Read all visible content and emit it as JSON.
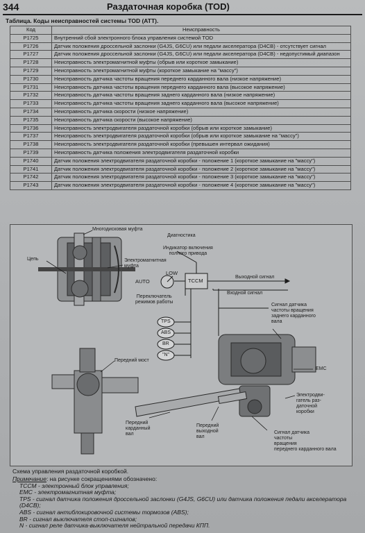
{
  "header": {
    "page_number": "344",
    "title": "Раздаточная коробка (TOD)"
  },
  "table": {
    "caption": "Таблица. Коды неисправностей системы TOD (ATT).",
    "columns": [
      "Код",
      "Неисправность"
    ],
    "rows": [
      [
        "P1725",
        "Внутренний сбой электронного блока управления системой TOD"
      ],
      [
        "P1726",
        "Датчик положения дроссельной заслонки (G4JS, G6CU) или педали акселератора (D4CB) - отсутствует сигнал"
      ],
      [
        "P1727",
        "Датчик положения дроссельной заслонки (G4JS, G6CU) или педали акселератора (D4CB) - недопустимый диапазон"
      ],
      [
        "P1728",
        "Неисправность электромагнитной муфты (обрыв или короткое замыкание)"
      ],
      [
        "P1729",
        "Неисправность электромагнитной муфты (короткое замыкание на \"массу\")"
      ],
      [
        "P1730",
        "Неисправность датчика частоты вращения переднего карданного вала (низкое напряжение)"
      ],
      [
        "P1731",
        "Неисправность датчика частоты вращения переднего карданного вала (высокое напряжение)"
      ],
      [
        "P1732",
        "Неисправность датчика частоты вращения заднего карданного вала (низкое напряжение)"
      ],
      [
        "P1733",
        "Неисправность датчика частоты вращения заднего карданного вала (высокое напряжение)"
      ],
      [
        "P1734",
        "Неисправность датчика скорости (низкое напряжение)"
      ],
      [
        "P1735",
        "Неисправность датчика скорости (высокое напряжение)"
      ],
      [
        "P1736",
        "Неисправность электродвигателя раздаточной коробки (обрыв или короткое замыкание)"
      ],
      [
        "P1737",
        "Неисправность электродвигателя раздаточной коробки (обрыв или короткое замыкание на \"массу\")"
      ],
      [
        "P1738",
        "Неисправность электродвигателя раздаточной коробки (превышен интервал ожидания)"
      ],
      [
        "P1739",
        "Неисправность датчика положения электродвигателя раздаточной коробки"
      ],
      [
        "P1740",
        "Датчик положения электродвигателя раздаточной коробки - положение 1 (короткое замыкание на \"массу\")"
      ],
      [
        "P1741",
        "Датчик положения электродвигателя раздаточной коробки - положение 2 (короткое замыкание на \"массу\")"
      ],
      [
        "P1742",
        "Датчик положения электродвигателя раздаточной коробки - положение 3 (короткое замыкание на \"массу\")"
      ],
      [
        "P1743",
        "Датчик положения электродвигателя раздаточной коробки - положение 4 (короткое замыкание на \"массу\")"
      ]
    ]
  },
  "diagram": {
    "labels": {
      "multidisc_clutch": "Многодисковая муфта",
      "chain": "Цепь",
      "em_clutch": "Электромагнитная\nмуфта",
      "diagnostics": "Диагностика",
      "awd_indicator": "Индикатор включения\nполного привода",
      "auto": "AUTO",
      "low": "LOW",
      "tccm": "TCCM",
      "output_signal": "Выходной сигнал",
      "input_signal": "Входной сигнал",
      "mode_switch": "Переключатель\nрежимов работы",
      "rear_shaft_sensor": "Сигнал датчика\nчастоты вращения\nзаднего карданного\nвала",
      "tps": "TPS",
      "abs": "ABS",
      "br": "BR",
      "n": "\"N\"",
      "front_axle": "Передний мост",
      "emc": "EMC",
      "transfer_motor": "Электродви-\nгатель раз-\nдаточной\nкоробки",
      "front_shaft": "Передний\nкарданный\nвал",
      "front_output_shaft": "Передний\nвыходной\nвал",
      "front_shaft_sensor": "Сигнал датчика\nчастоты\nвращения\nпереднего карданного вала"
    }
  },
  "scheme_caption": "Схема управления раздаточной коробкой.",
  "notes": {
    "title": "Примечание",
    "intro": ": на рисунке сокращениями обозначено:",
    "items": [
      "TCCM - электронный блок управления;",
      "EMC - электромагнитная муфта;",
      "TPS - сигнал датчика положения дроссельной заслонки (G4JS, G6CU) или датчика положения педали акселератора (D4CB);",
      "ABS - сигнал антиблокировочной системы тормозов (ABS);",
      "BR - сигнал выключателя стоп-сигналов;",
      "N - сигнал реле датчика-выключателя нейтральной передачи КПП."
    ]
  }
}
